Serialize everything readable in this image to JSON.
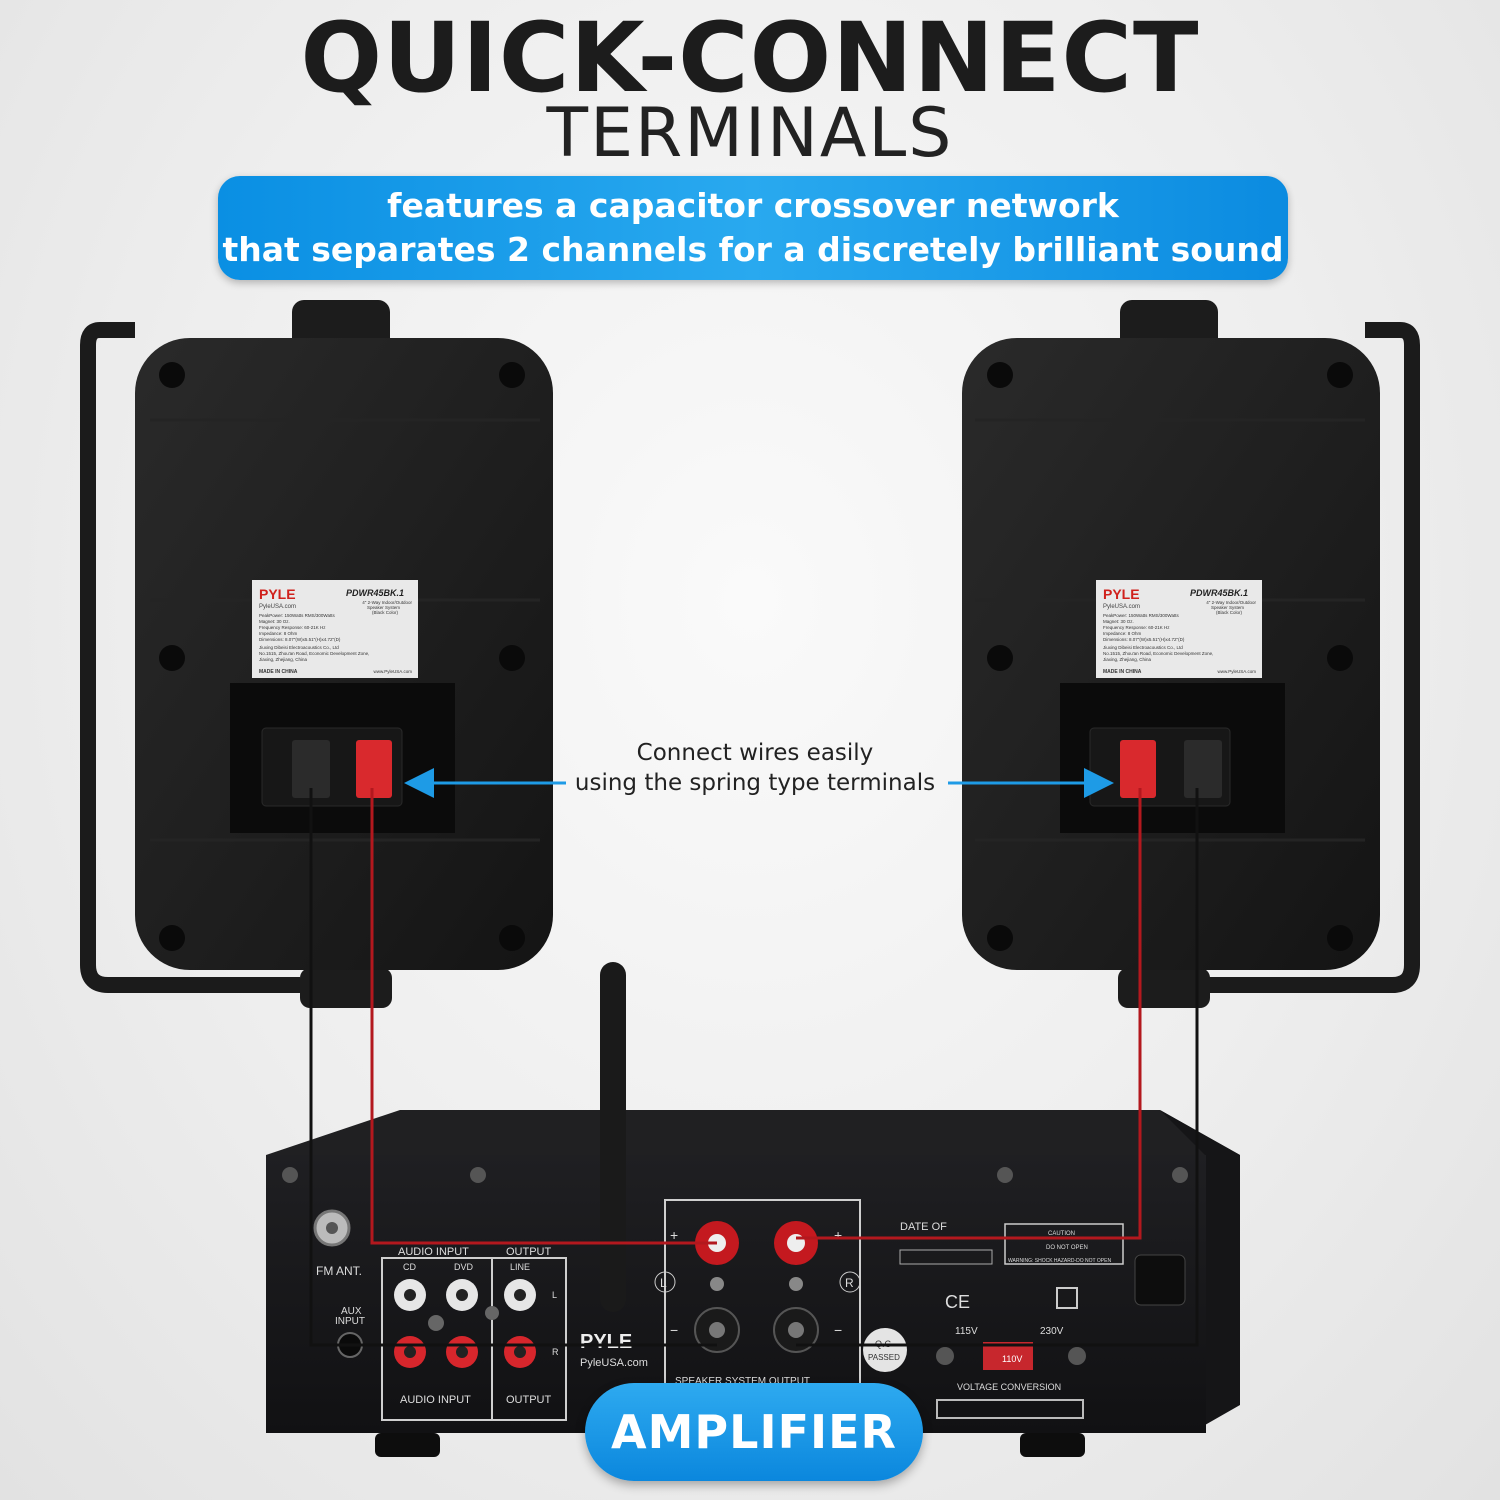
{
  "heading": {
    "title": "QUICK-CONNECT",
    "subtitle": "TERMINALS"
  },
  "banner": {
    "line1": "features a capacitor crossover network",
    "line2": "that separates 2 channels for a discretely brilliant sound"
  },
  "callout": {
    "line1": "Connect wires easily",
    "line2": "using the spring type terminals"
  },
  "speaker_label": {
    "brand": "PYLE",
    "site": "PyleUSA.com",
    "model": "PDWR45BK.1",
    "desc1": "4\" 2-Way Indoor/Outdoor",
    "desc2": "Speaker System",
    "desc3": "(Black Color)",
    "spec1": "PeakPower: 150Watts RMS/300Watts",
    "spec2": "Magnet: 30 Oz.",
    "spec3": "Frequency Response: 60-21K Hz",
    "spec4": "Impedance: 8 Ohm",
    "spec5": "Dimensions: 8.07\"(W)x5.51\"(H)x4.72\"(D)",
    "maker1": "Jiuxing Dibeisi Electroacoustics Co., Ltd",
    "maker2": "No.1515, Zhou'an Road, Economic Development Zone,",
    "maker3": "Jiaxing, Zhejiang, China",
    "origin": "MADE IN CHINA",
    "url": "www.PyleUSA.com"
  },
  "amplifier": {
    "badge": "AMPLIFIER",
    "fm_ant": "FM ANT.",
    "aux1": "AUX",
    "aux2": "INPUT",
    "audio_input_top": "AUDIO INPUT",
    "output_top": "OUTPUT",
    "cd": "CD",
    "dvd": "DVD",
    "line": "LINE",
    "audio_input_bottom": "AUDIO INPUT",
    "output_bottom": "OUTPUT",
    "L": "L",
    "R": "R",
    "chan_l": "L",
    "chan_r": "R",
    "brand": "PYLE",
    "site": "PyleUSA.com",
    "speaker_output": "SPEAKER SYSTEM OUTPUT",
    "date_of": "DATE OF",
    "caution": "CAUTION",
    "do_not_open": "DO NOT OPEN",
    "warning": "WARNING: SHOCK HAZARD-DO NOT OPEN",
    "v115": "115V",
    "v230": "230V",
    "switch_val": "110V",
    "voltage_conv": "VOLTAGE CONVERSION",
    "qc1": "Q.C",
    "qc2": "PASSED",
    "ce": "CE",
    "plus": "+",
    "minus": "−"
  }
}
